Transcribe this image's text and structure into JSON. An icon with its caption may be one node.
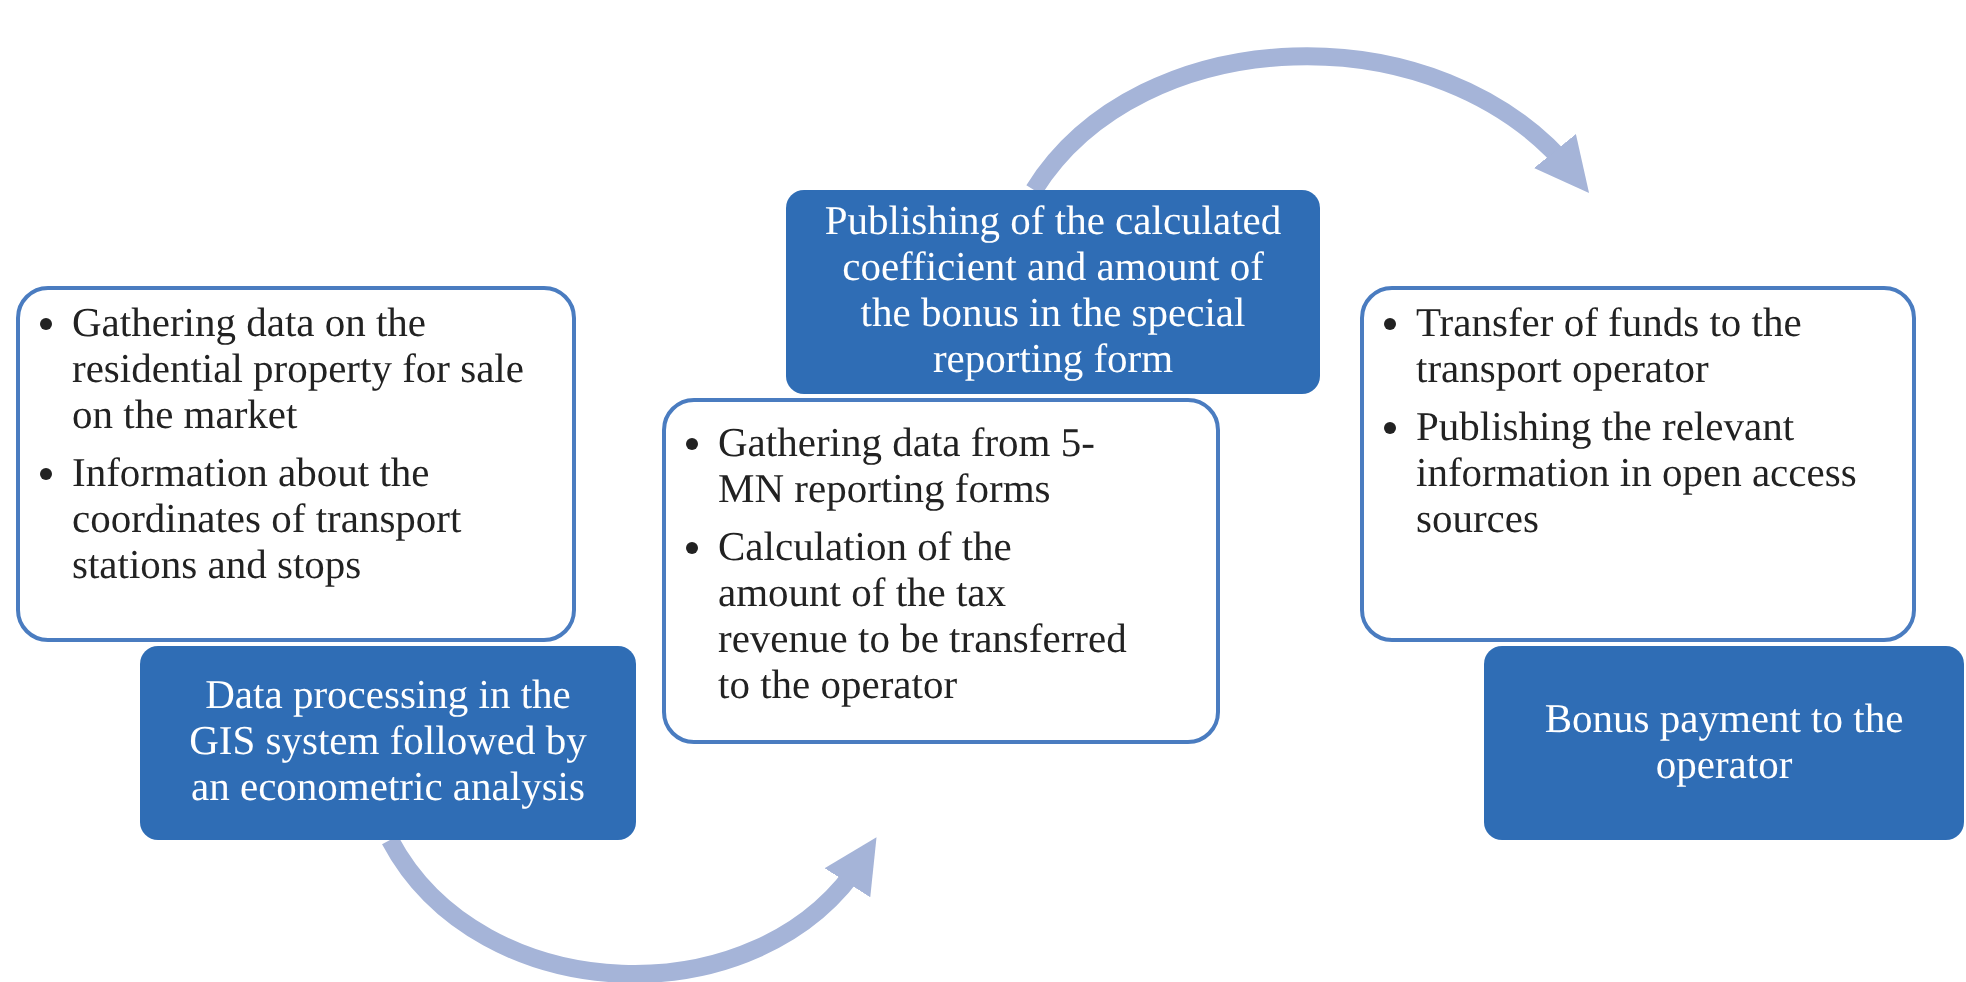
{
  "diagram": {
    "nodes": [
      {
        "text": [
          "Gathering data on the residential property for sale on the market",
          "Information about the coordinates of transport stations and stops"
        ]
      },
      {
        "text": [
          "Data processing in the GIS  system followed by an  econometric analysis"
        ]
      },
      {
        "text": [
          "Gathering data from 5-MN reporting forms",
          "Calculation of the amount of the tax revenue to be transferred to the operator"
        ]
      },
      {
        "text": [
          "Publishing of the calculated coefficient and amount of the  bonus  in the special reporting  form"
        ]
      },
      {
        "text": [
          "Transfer of funds to the transport operator",
          "Publishing the relevant information in open access sources"
        ]
      },
      {
        "text": [
          "Bonus payment to the operator"
        ]
      }
    ],
    "edges": [
      {
        "from": 1,
        "to": null,
        "arrow": "to"
      },
      {
        "from": 3,
        "to": null,
        "arrow": "to"
      }
    ]
  }
}
